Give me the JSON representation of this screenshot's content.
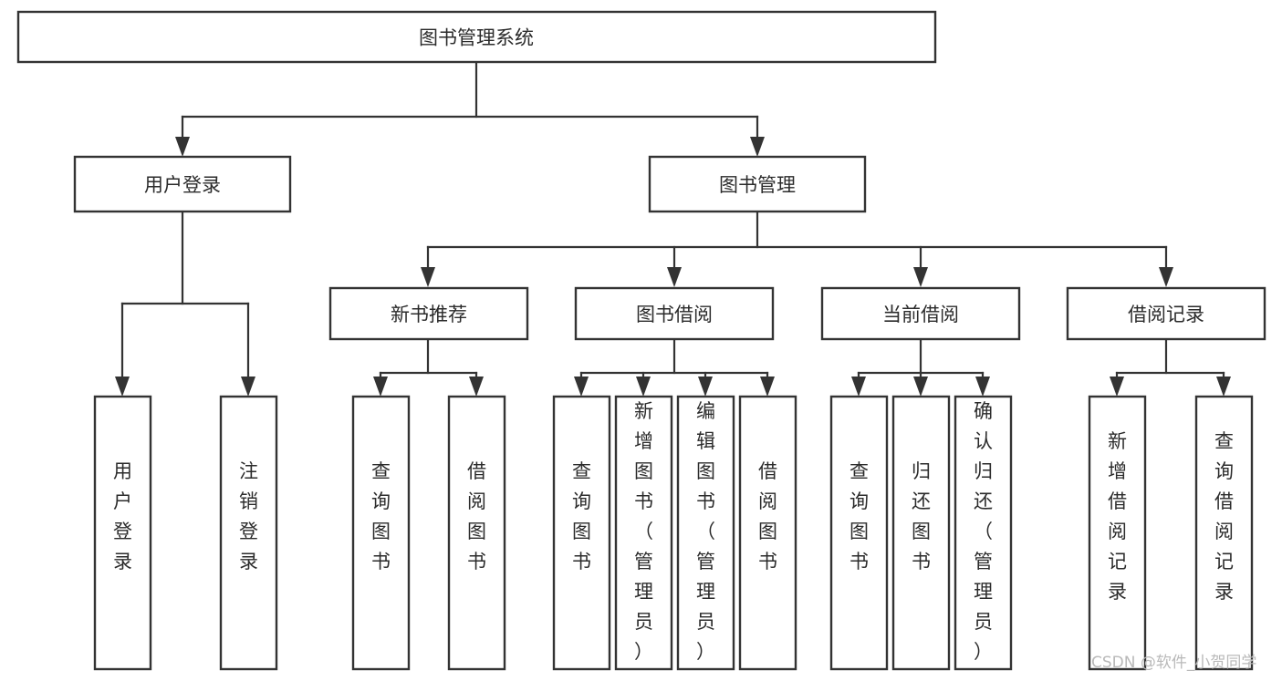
{
  "diagram": {
    "type": "hierarchy-tree",
    "title": "图书管理系统",
    "watermark": "CSDN @软件_小贺同学",
    "colors": {
      "stroke": "#333333",
      "fill": "#ffffff",
      "text": "#2b2b2b",
      "watermark": "#b9b9b9",
      "background": "#ffffff"
    },
    "levels": {
      "root": {
        "label": "图书管理系统"
      },
      "level2": [
        {
          "label": "用户登录"
        },
        {
          "label": "图书管理"
        }
      ],
      "level3": [
        {
          "label": "新书推荐"
        },
        {
          "label": "图书借阅"
        },
        {
          "label": "当前借阅"
        },
        {
          "label": "借阅记录"
        }
      ],
      "level4": [
        {
          "label": "用户登录",
          "parent": "用户登录"
        },
        {
          "label": "注销登录",
          "parent": "用户登录"
        },
        {
          "label": "查询图书",
          "parent": "新书推荐"
        },
        {
          "label": "借阅图书",
          "parent": "新书推荐"
        },
        {
          "label": "查询图书",
          "parent": "图书借阅"
        },
        {
          "label": "新增图书（管理员）",
          "parent": "图书借阅"
        },
        {
          "label": "编辑图书（管理员）",
          "parent": "图书借阅"
        },
        {
          "label": "借阅图书",
          "parent": "图书借阅"
        },
        {
          "label": "查询图书",
          "parent": "当前借阅"
        },
        {
          "label": "归还图书",
          "parent": "当前借阅"
        },
        {
          "label": "确认归还（管理员）",
          "parent": "当前借阅"
        },
        {
          "label": "新增借阅记录",
          "parent": "借阅记录"
        },
        {
          "label": "查询借阅记录",
          "parent": "借阅记录"
        }
      ]
    }
  }
}
